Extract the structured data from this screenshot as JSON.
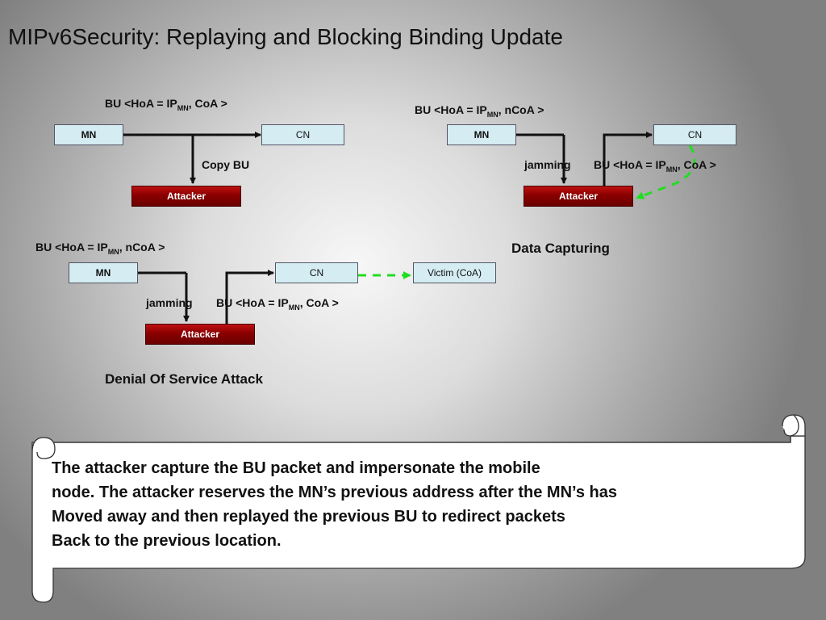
{
  "title": "MIPv6Security:  Replaying and Blocking Binding Update",
  "diagram1": {
    "bu_label": {
      "pre": "BU <HoA = IP",
      "sub": "MN",
      "post": ", CoA >"
    },
    "mn": "MN",
    "cn": "CN",
    "copy_label": "Copy BU",
    "attacker": "Attacker"
  },
  "diagram2": {
    "bu_label": {
      "pre": "BU <HoA = IP",
      "sub": "MN",
      "post": ", nCoA >"
    },
    "mn": "MN",
    "cn": "CN",
    "jamming": "jamming",
    "replay_label": {
      "pre": "BU <HoA = IP",
      "sub": "MN",
      "post": ", CoA >"
    },
    "attacker": "Attacker",
    "caption": "Data Capturing"
  },
  "diagram3": {
    "bu_label": {
      "pre": "BU <HoA = IP",
      "sub": "MN",
      "post": ", nCoA >"
    },
    "mn": "MN",
    "cn": "CN",
    "victim": "Victim (CoA)",
    "jamming": "jamming",
    "replay_label": {
      "pre": "BU <HoA = IP",
      "sub": "MN",
      "post": ", CoA >"
    },
    "attacker": "Attacker",
    "caption": "Denial Of Service Attack"
  },
  "description": {
    "lines": [
      " The attacker capture the BU packet and impersonate the mobile",
      " node. The attacker reserves the MN’s previous address after the  MN’s has",
      "Moved away and then replayed the previous BU to redirect packets",
      "Back to the previous location."
    ]
  }
}
